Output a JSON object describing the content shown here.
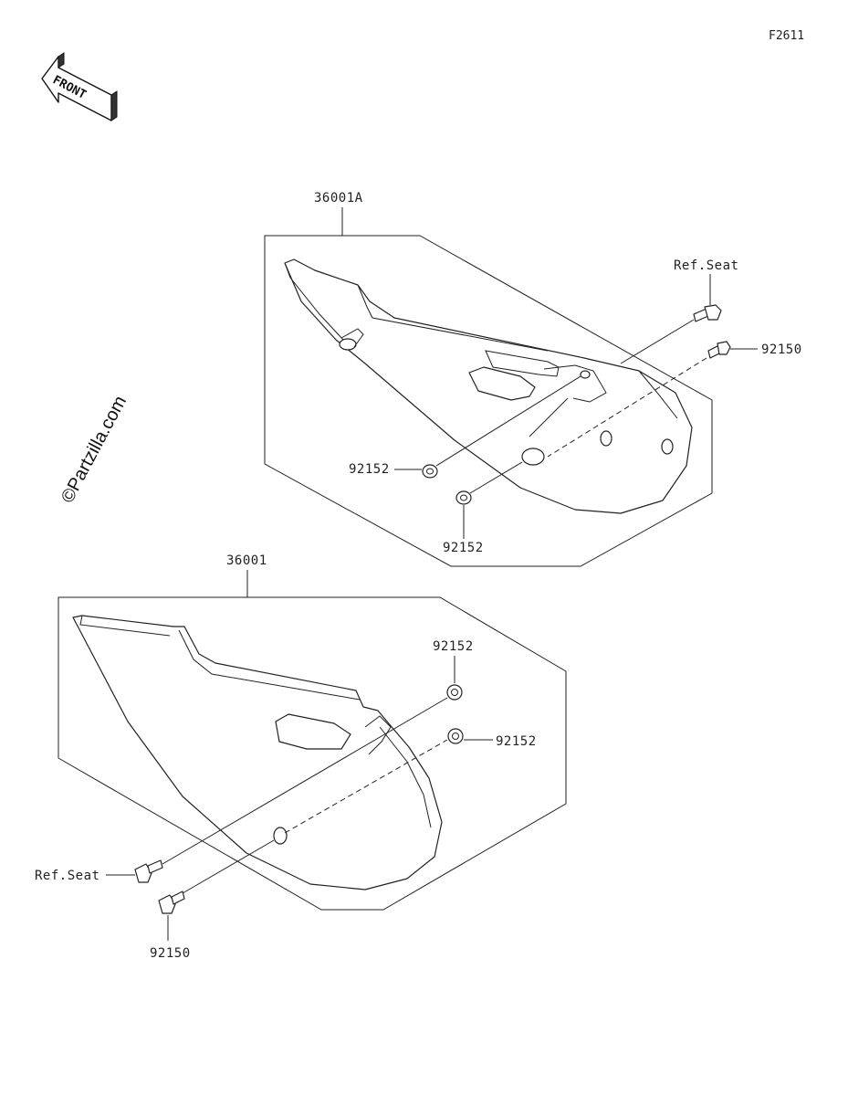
{
  "figure_code": "F2611",
  "front_arrow_label": "FRONT",
  "watermark": "©Partzilla.com",
  "upper_assembly": {
    "part_number": "36001A",
    "ref_label": "Ref.Seat",
    "bolt_label": "92150",
    "washer_left_label": "92152",
    "washer_bottom_label": "92152"
  },
  "lower_assembly": {
    "part_number": "36001",
    "washer_top_label": "92152",
    "washer_right_label": "92152",
    "ref_label": "Ref.Seat",
    "bolt_label": "92150"
  }
}
